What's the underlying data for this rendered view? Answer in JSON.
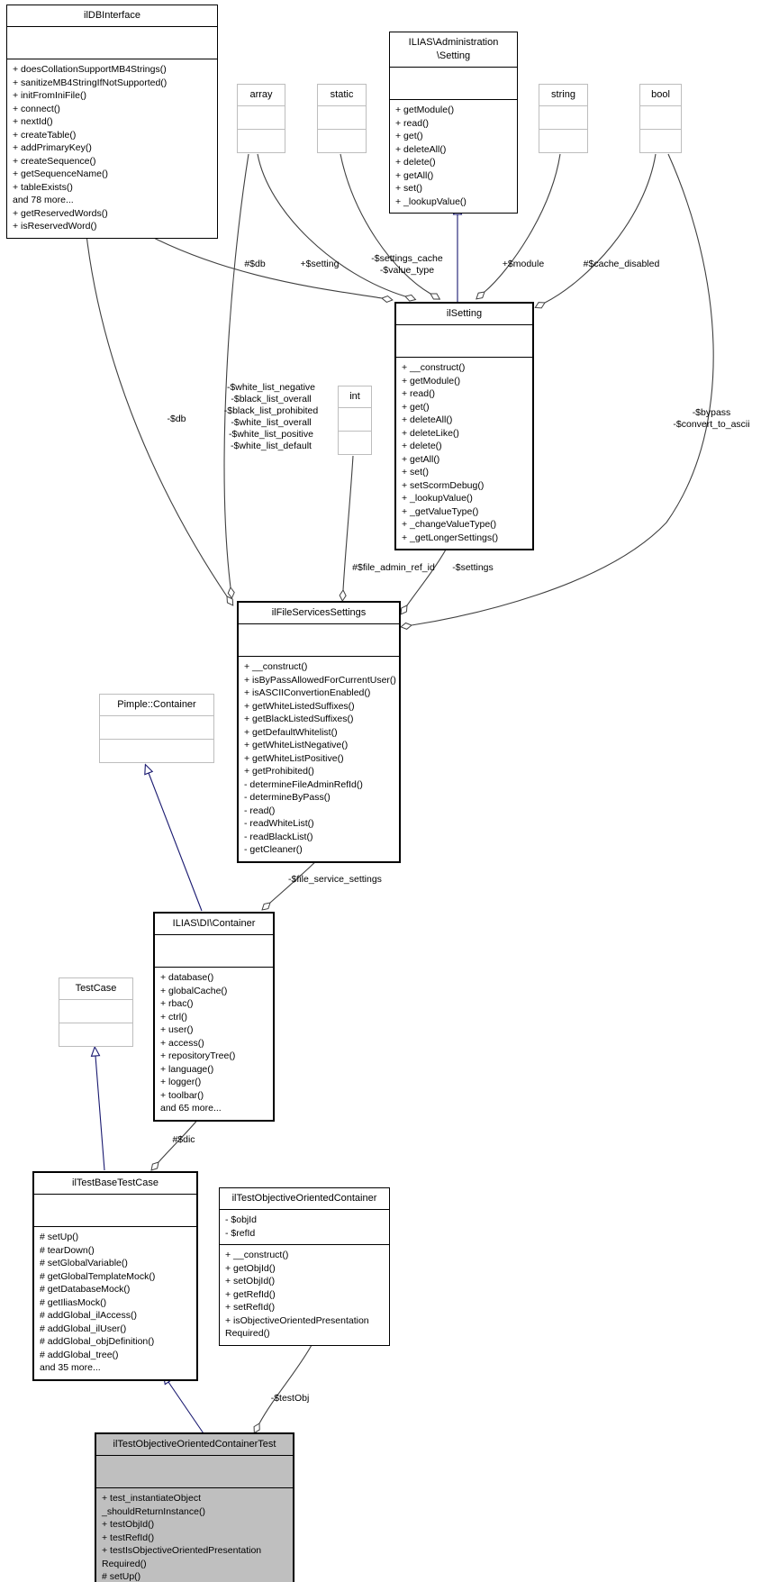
{
  "diagram_type": "uml-collaboration-graph",
  "colors": {
    "highlight_node_fill": "#bfbfbf",
    "collaboration_edge": "#404040",
    "inheritance_edge": "#191970",
    "type_node_border": "#bdbdbd",
    "class_node_border": "#000000"
  },
  "classes": {
    "ilDBInterface": {
      "title": "ilDBInterface",
      "attrs": [],
      "methods": [
        "+ doesCollationSupportMB4Strings()",
        "+ sanitizeMB4StringIfNotSupported()",
        "+ initFromIniFile()",
        "+ connect()",
        "+ nextId()",
        "+ createTable()",
        "+ addPrimaryKey()",
        "+ createSequence()",
        "+ getSequenceName()",
        "+ tableExists()",
        "and 78 more...",
        "+ getReservedWords()",
        "+ isReservedWord()"
      ]
    },
    "admin_setting": {
      "title": "ILIAS\\Administration\n\\Setting",
      "attrs": [],
      "methods": [
        "+ getModule()",
        "+ read()",
        "+ get()",
        "+ deleteAll()",
        "+ delete()",
        "+ getAll()",
        "+ set()",
        "+ _lookupValue()"
      ]
    },
    "array_type": {
      "title": "array",
      "attrs": [],
      "methods": []
    },
    "static_type": {
      "title": "static",
      "attrs": [],
      "methods": []
    },
    "string_type": {
      "title": "string",
      "attrs": [],
      "methods": []
    },
    "bool_type": {
      "title": "bool",
      "attrs": [],
      "methods": []
    },
    "int_type": {
      "title": "int",
      "attrs": [],
      "methods": []
    },
    "ilSetting": {
      "title": "ilSetting",
      "attrs": [],
      "methods": [
        "+ __construct()",
        "+ getModule()",
        "+ read()",
        "+ get()",
        "+ deleteAll()",
        "+ deleteLike()",
        "+ delete()",
        "+ getAll()",
        "+ set()",
        "+ setScormDebug()",
        "+ _lookupValue()",
        "+ _getValueType()",
        "+ _changeValueType()",
        "+ _getLongerSettings()"
      ]
    },
    "ilFileServicesSettings": {
      "title": "ilFileServicesSettings",
      "attrs": [],
      "methods": [
        "+ __construct()",
        "+ isByPassAllowedForCurrentUser()",
        "+ isASCIIConvertionEnabled()",
        "+ getWhiteListedSuffixes()",
        "+ getBlackListedSuffixes()",
        "+ getDefaultWhitelist()",
        "+ getWhiteListNegative()",
        "+ getWhiteListPositive()",
        "+ getProhibited()",
        "- determineFileAdminRefId()",
        "- determineByPass()",
        "- read()",
        "- readWhiteList()",
        "- readBlackList()",
        "- getCleaner()"
      ]
    },
    "pimple_container": {
      "title": "Pimple::Container",
      "attrs": [],
      "methods": []
    },
    "di_container": {
      "title": "ILIAS\\DI\\Container",
      "attrs": [],
      "methods": [
        "+ database()",
        "+ globalCache()",
        "+ rbac()",
        "+ ctrl()",
        "+ user()",
        "+ access()",
        "+ repositoryTree()",
        "+ language()",
        "+ logger()",
        "+ toolbar()",
        "and 65 more..."
      ]
    },
    "testcase": {
      "title": "TestCase",
      "attrs": [],
      "methods": []
    },
    "ilTestBaseTestCase": {
      "title": "ilTestBaseTestCase",
      "attrs": [],
      "methods": [
        "# setUp()",
        "# tearDown()",
        "# setGlobalVariable()",
        "# getGlobalTemplateMock()",
        "# getDatabaseMock()",
        "# getIliasMock()",
        "# addGlobal_ilAccess()",
        "# addGlobal_ilUser()",
        "# addGlobal_objDefinition()",
        "# addGlobal_tree()",
        "and 35 more..."
      ]
    },
    "objective_container": {
      "title": "ilTestObjectiveOrientedContainer",
      "attrs": [
        "- $objId",
        "- $refId"
      ],
      "methods": [
        "+ __construct()",
        "+ getObjId()",
        "+ setObjId()",
        "+ getRefId()",
        "+ setRefId()",
        "+ isObjectiveOrientedPresentation",
        "Required()"
      ]
    },
    "test_node": {
      "title": "ilTestObjectiveOrientedContainerTest",
      "attrs": [],
      "methods": [
        "+ test_instantiateObject",
        "_shouldReturnInstance()",
        "+ testObjId()",
        "+ testRefId()",
        "+ testIsObjectiveOrientedPresentation",
        "Required()",
        "# setUp()"
      ]
    }
  },
  "edge_labels": {
    "db_setting": "#$db",
    "setting": "+$setting",
    "settings_cache": "-$settings_cache\n-$value_type",
    "module": "+$module",
    "cache_disabled": "#$cache_disabled",
    "db_fss": "-$db",
    "white_lists": "-$white_list_negative\n-$black_list_overall\n-$black_list_prohibited\n-$white_list_overall\n-$white_list_positive\n-$white_list_default",
    "bypass": "-$bypass\n-$convert_to_ascii",
    "file_admin_ref_id": "#$file_admin_ref_id",
    "settings_fss": "-$settings",
    "file_service_settings": "-$file_service_settings",
    "dic": "#$dic",
    "test_obj": "-$testObj"
  }
}
